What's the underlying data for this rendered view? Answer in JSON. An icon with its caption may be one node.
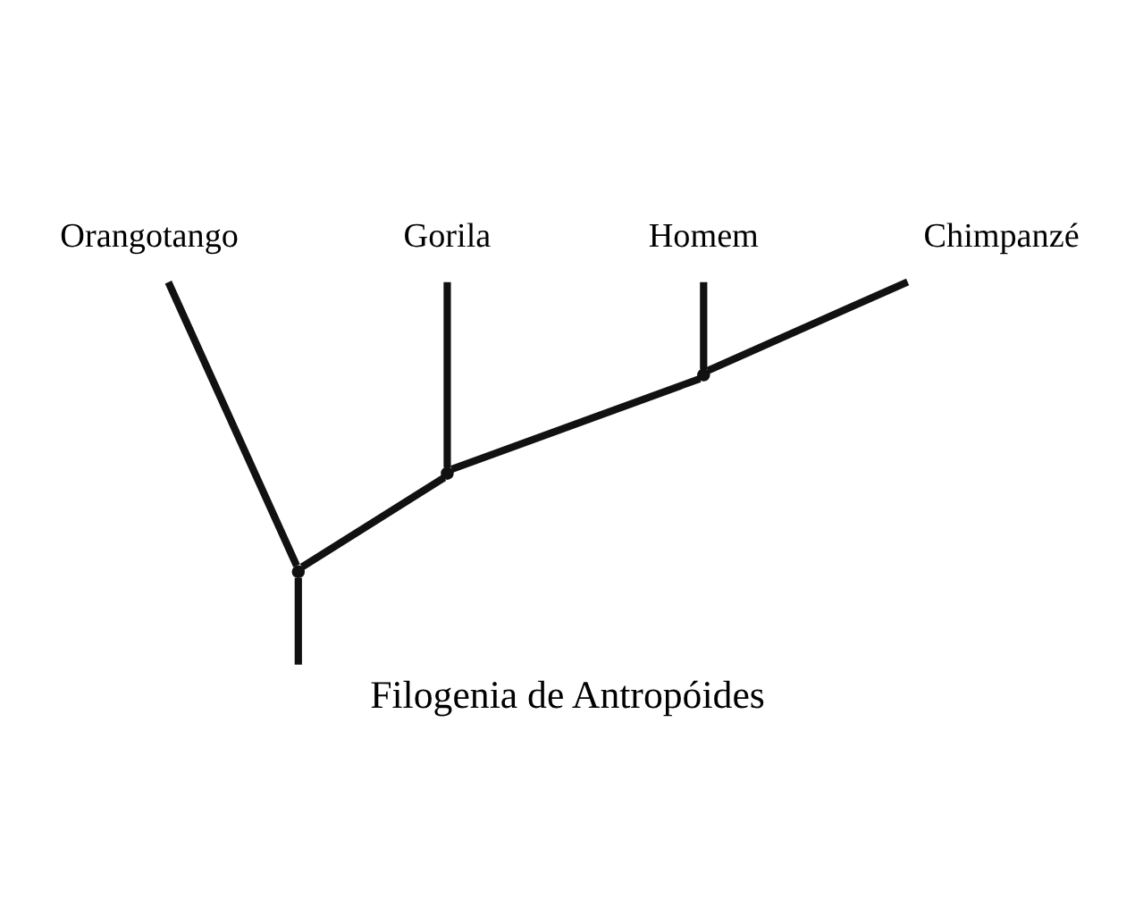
{
  "diagram": {
    "caption": "Filogenia de Antropóides",
    "nodes": [
      {
        "text": [
          "Homem"
        ]
      },
      {
        "text": [
          "Chimpanzé"
        ]
      },
      {
        "text": [
          "Gorila"
        ]
      },
      {
        "text": [
          "Orangotango"
        ]
      },
      {
        "text": [],
        "shape": "point"
      },
      {
        "text": [],
        "shape": "point"
      },
      {
        "text": [],
        "shape": "point"
      }
    ],
    "edges": [
      {
        "from": null,
        "to": 6,
        "arrow": "none"
      },
      {
        "from": 6,
        "to": 5,
        "arrow": "none"
      },
      {
        "from": 6,
        "to": 3,
        "arrow": "none"
      },
      {
        "from": 5,
        "to": 4,
        "arrow": "none"
      },
      {
        "from": 5,
        "to": 2,
        "arrow": "none"
      },
      {
        "from": 4,
        "to": 0,
        "arrow": "none"
      },
      {
        "from": 4,
        "to": 1,
        "arrow": "none"
      }
    ]
  }
}
